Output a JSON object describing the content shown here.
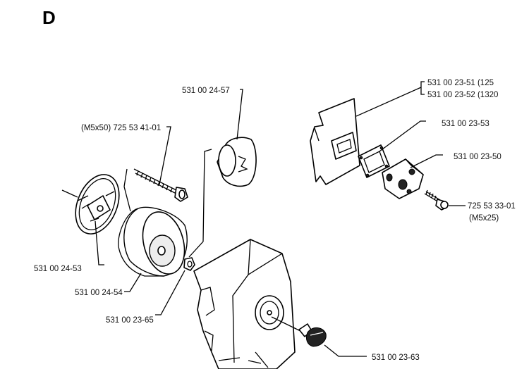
{
  "section_letter": "D",
  "labels": {
    "spacer_125": "531 00 23-51 (125",
    "spacer_1320": "531 00 23-52 (1320",
    "gasket": "531 00 23-53",
    "carb_flange": "531 00 23-50",
    "screw_m5x25_pn": "725 53 33-01",
    "screw_m5x25_size": "(M5x25)",
    "screw_m5x50": "(M5x50) 725 53 41-01",
    "filter_cup": "531 00 24-57",
    "filter_holder": "531 00 24-53",
    "filter_element": "531 00 24-54",
    "nut": "531 00 23-65",
    "cover_knob": "531 00 23-63"
  }
}
